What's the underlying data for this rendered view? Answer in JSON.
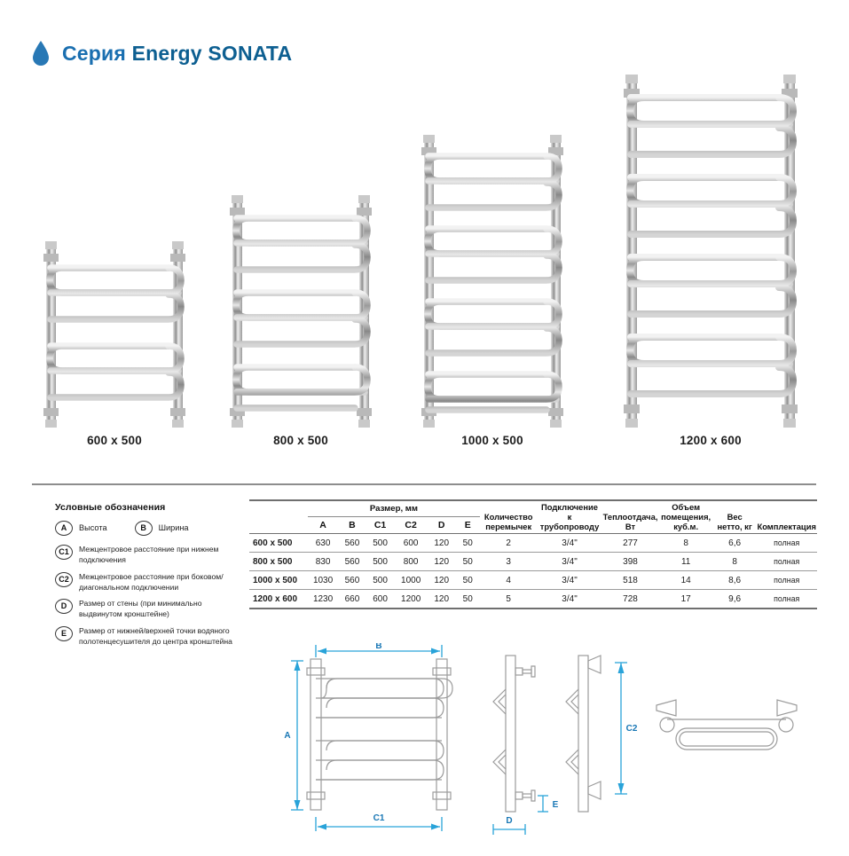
{
  "header": {
    "icon": "water-drop-icon",
    "title_prefix": "Серия",
    "title_brand": "Energy SONATA",
    "accent_color": "#1a6fb0",
    "drop_color": "#2878b5"
  },
  "gallery": {
    "products": [
      {
        "caption": "600 x 500",
        "bridges": 2,
        "rail_height": 210,
        "rail_width": 175
      },
      {
        "caption": "800 x 500",
        "bridges": 3,
        "rail_height": 262,
        "rail_width": 175
      },
      {
        "caption": "1000 x 500",
        "bridges": 4,
        "rail_height": 330,
        "rail_width": 175
      },
      {
        "caption": "1200 x 600",
        "bridges": 5,
        "rail_height": 398,
        "rail_width": 215
      }
    ]
  },
  "legend": {
    "title": "Условные обозначения",
    "items": [
      {
        "code": "A",
        "text": "Высота"
      },
      {
        "code": "B",
        "text": "Ширина"
      },
      {
        "code": "C1",
        "text": "Межцентровое расстояние при нижнем подключения"
      },
      {
        "code": "C2",
        "text": "Межцентровое расстояние при боковом/диагональном подключении"
      },
      {
        "code": "D",
        "text": "Размер от стены (при минимально выдвинутом кронштейне)"
      },
      {
        "code": "E",
        "text": "Размер от нижней/верхней точки водяного полотенцесушителя до центра кронштейна"
      }
    ]
  },
  "table": {
    "group_header": "Размер, мм",
    "columns": [
      {
        "key": "model",
        "label": ""
      },
      {
        "key": "A",
        "label": "A"
      },
      {
        "key": "B",
        "label": "B"
      },
      {
        "key": "C1",
        "label": "C1"
      },
      {
        "key": "C2",
        "label": "C2"
      },
      {
        "key": "D",
        "label": "D"
      },
      {
        "key": "E",
        "label": "E"
      },
      {
        "key": "bridges",
        "label": "Количество перемычек"
      },
      {
        "key": "connection",
        "label": "Подключение к трубопроводу"
      },
      {
        "key": "heat",
        "label": "Теплоотдача, Вт"
      },
      {
        "key": "volume",
        "label": "Объем помещения, куб.м."
      },
      {
        "key": "weight",
        "label": "Вес нетто, кг"
      },
      {
        "key": "kit",
        "label": "Комплектация"
      }
    ],
    "rows": [
      {
        "model": "600 x 500",
        "A": "630",
        "B": "560",
        "C1": "500",
        "C2": "600",
        "D": "120",
        "E": "50",
        "bridges": "2",
        "connection": "3/4\"",
        "heat": "277",
        "volume": "8",
        "weight": "6,6",
        "kit": "полная"
      },
      {
        "model": "800 x 500",
        "A": "830",
        "B": "560",
        "C1": "500",
        "C2": "800",
        "D": "120",
        "E": "50",
        "bridges": "3",
        "connection": "3/4\"",
        "heat": "398",
        "volume": "11",
        "weight": "8",
        "kit": "полная"
      },
      {
        "model": "1000 x 500",
        "A": "1030",
        "B": "560",
        "C1": "500",
        "C2": "1000",
        "D": "120",
        "E": "50",
        "bridges": "4",
        "connection": "3/4\"",
        "heat": "518",
        "volume": "14",
        "weight": "8,6",
        "kit": "полная"
      },
      {
        "model": "1200 x 600",
        "A": "1230",
        "B": "660",
        "C1": "600",
        "C2": "1200",
        "D": "120",
        "E": "50",
        "bridges": "5",
        "connection": "3/4\"",
        "heat": "728",
        "volume": "17",
        "weight": "9,6",
        "kit": "полная"
      }
    ]
  },
  "drawings": {
    "dimension_color": "#29a3d9",
    "labels": {
      "A": "A",
      "B": "B",
      "C1": "C1",
      "C2": "C2",
      "D": "D",
      "E": "E"
    },
    "views": [
      {
        "name": "front-view",
        "dims": [
          "B",
          "A",
          "C1"
        ]
      },
      {
        "name": "side-view-left",
        "dims": [
          "D",
          "E"
        ]
      },
      {
        "name": "side-view-right",
        "dims": [
          "C2"
        ]
      },
      {
        "name": "top-view",
        "dims": []
      }
    ]
  }
}
